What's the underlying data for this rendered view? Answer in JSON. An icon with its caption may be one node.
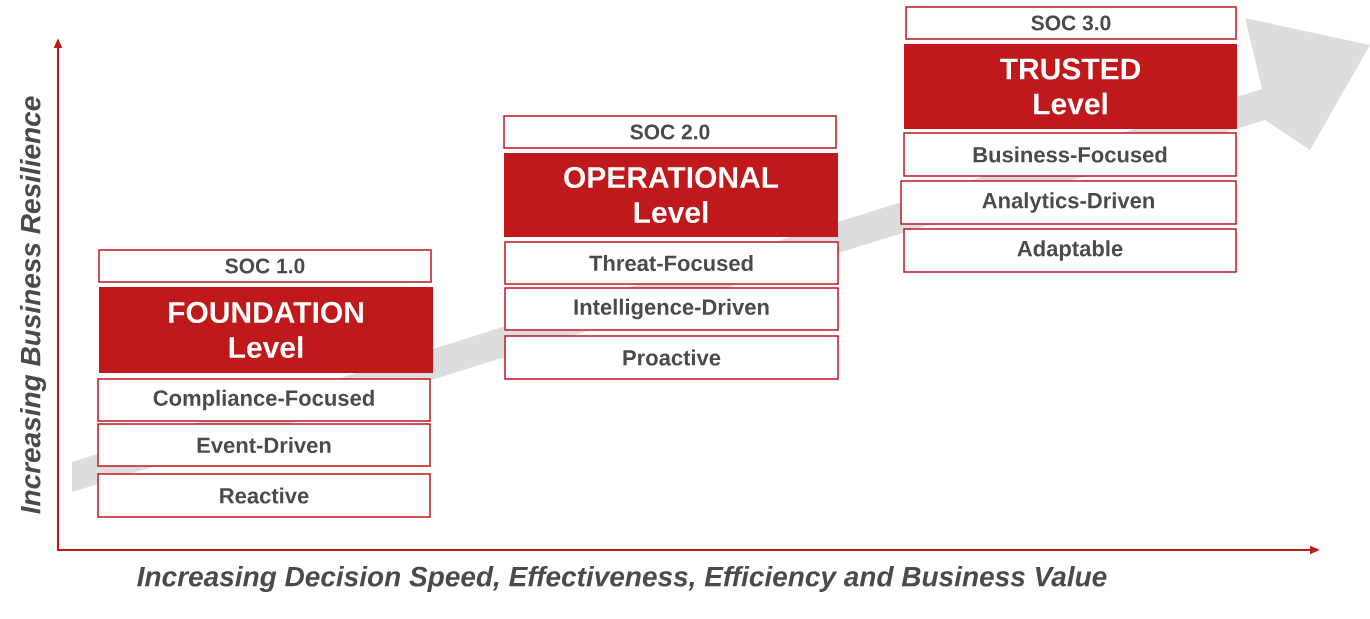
{
  "diagram": {
    "nodes": [
      {
        "text": [
          "SOC 1.0"
        ]
      },
      {
        "text": [
          "FOUNDATION Level"
        ]
      },
      {
        "text": [
          "Compliance-Focused"
        ]
      },
      {
        "text": [
          "Event-Driven"
        ]
      },
      {
        "text": [
          "Reactive"
        ]
      },
      {
        "text": [
          "SOC 2.0"
        ]
      },
      {
        "text": [
          "OPERATIONAL Level"
        ]
      },
      {
        "text": [
          "Threat-Focused"
        ]
      },
      {
        "text": [
          "Intelligence-Driven"
        ]
      },
      {
        "text": [
          "Proactive"
        ]
      },
      {
        "text": [
          "SOC  3.0"
        ]
      },
      {
        "text": [
          "TRUSTED Level"
        ]
      },
      {
        "text": [
          "Business-Focused"
        ]
      },
      {
        "text": [
          "Analytics-Driven"
        ]
      },
      {
        "text": [
          "Adaptable"
        ]
      }
    ],
    "labels": [
      "Increasing Business Resilience",
      "Increasing Decision Speed, Effectiveness, Efficiency and Business Value"
    ]
  }
}
